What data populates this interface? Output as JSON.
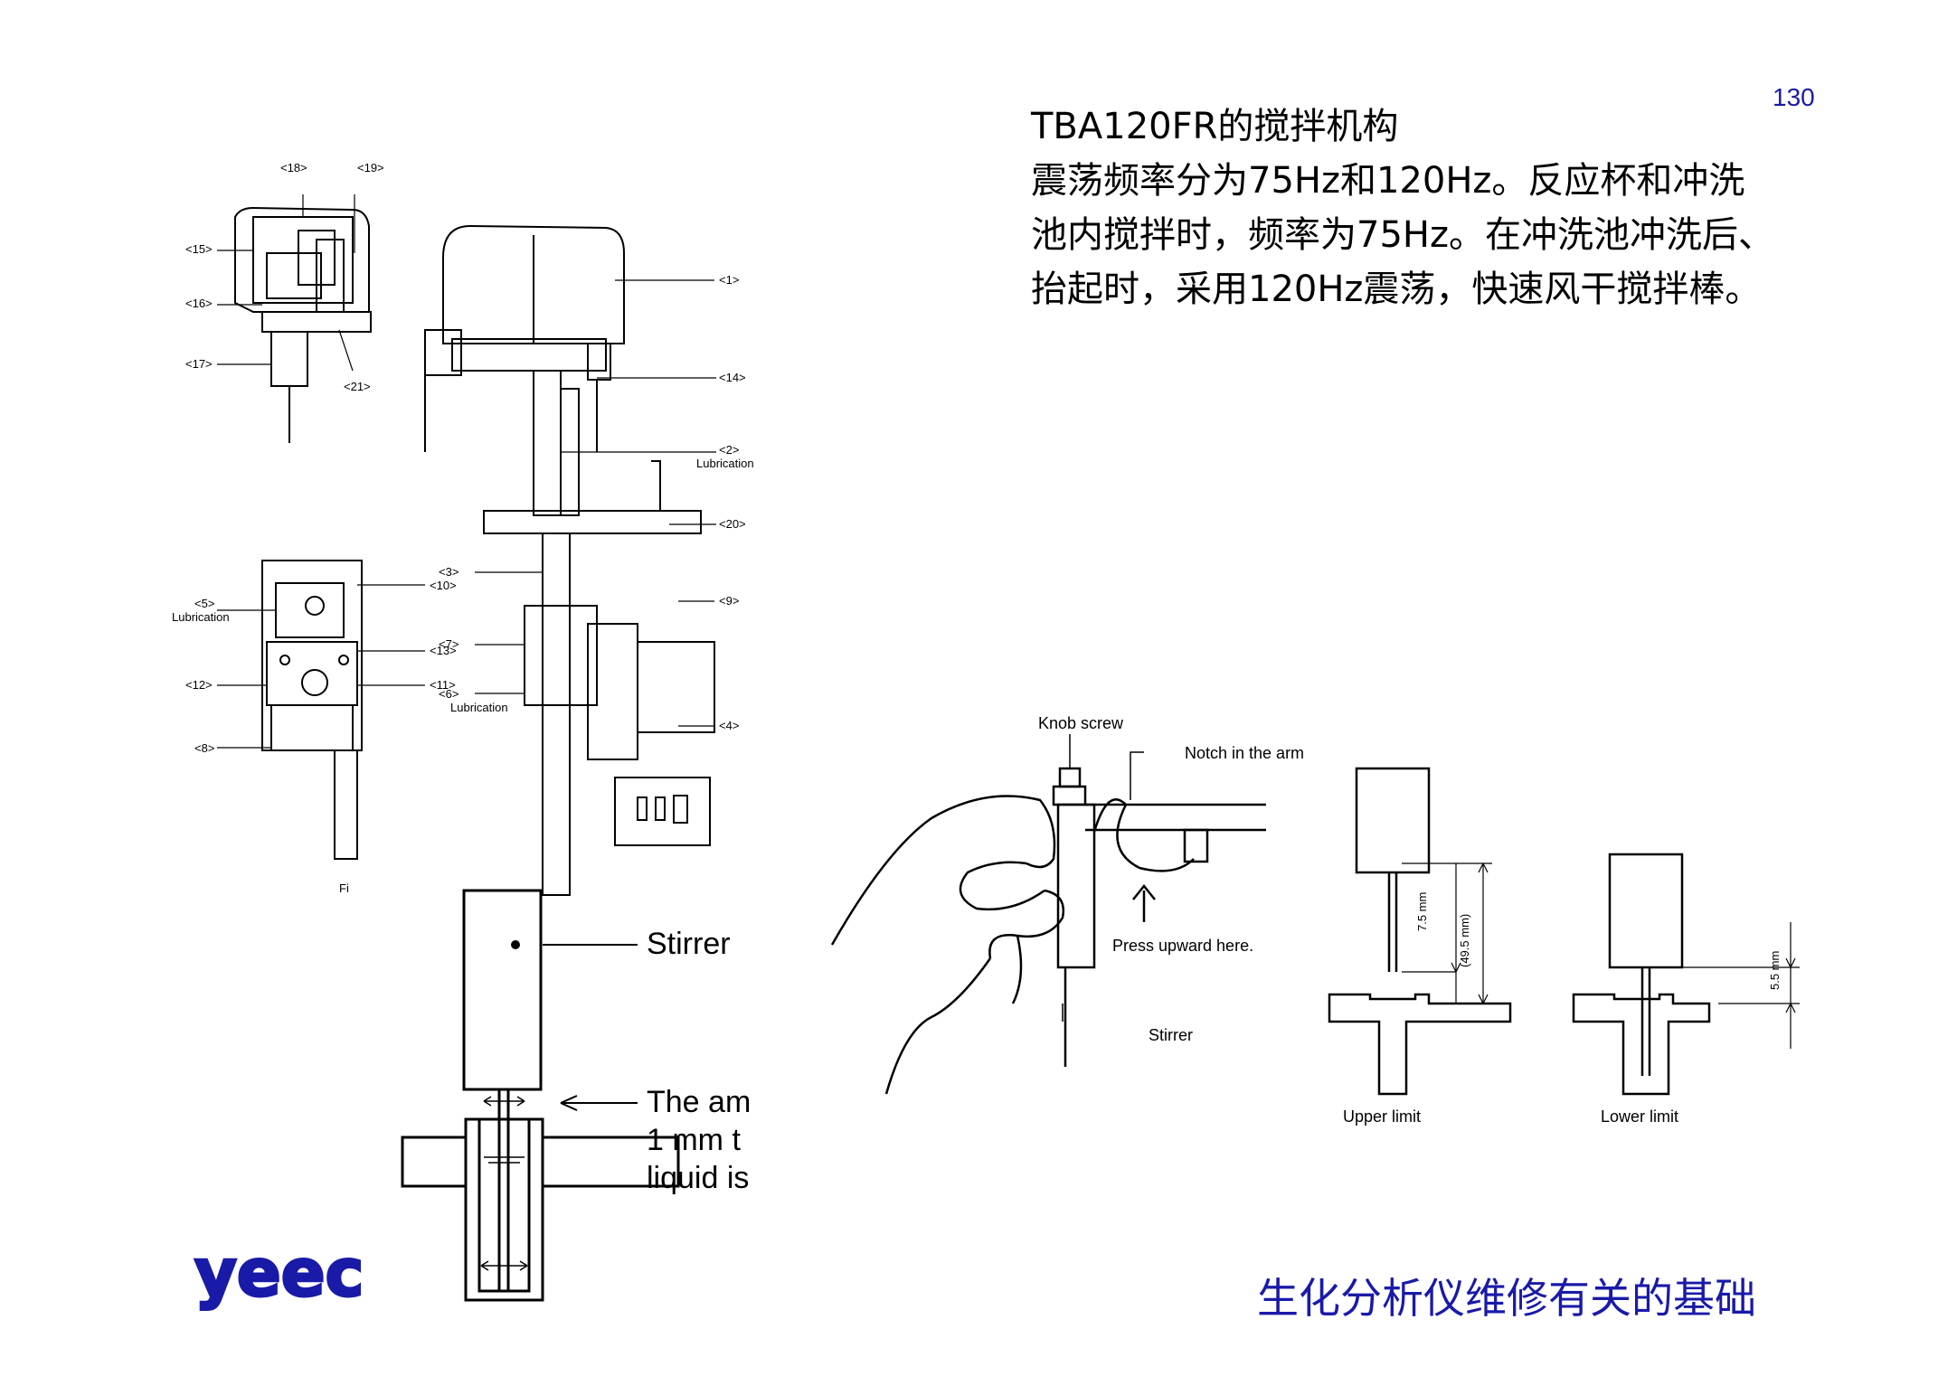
{
  "page_number": "130",
  "heading": "TBA120FR的搅拌机构",
  "body_lines": [
    "震荡频率分为75Hz和120Hz。反应杯和冲洗",
    "池内搅拌时，频率为75Hz。在冲洗池冲洗后、",
    "抬起时，采用120Hz震荡，快速风干搅拌棒。"
  ],
  "footer_text": "生化分析仪维修有关的基础",
  "logo_text": "yeec",
  "colors": {
    "accent_blue": "#1a1aa8"
  },
  "mechanism_diagram": {
    "labels": {
      "l18": "<18>",
      "l19": "<19>",
      "l15": "<15>",
      "l16": "<16>",
      "l17": "<17>",
      "l21": "<21>",
      "l1": "<1>",
      "l14": "<14>",
      "l2": "<2>",
      "lub1": "Lubrication",
      "l20": "<20>",
      "l10": "<10>",
      "l5": "<5>",
      "lub2": "Lubrication",
      "l13": "<13>",
      "l12": "<12>",
      "l11": "<11>",
      "l3": "<3>",
      "l9": "<9>",
      "l7": "<7>",
      "l6": "<6>",
      "lub3": "Lubrication",
      "l4": "<4>",
      "l8": "<8>",
      "fig": "Fi"
    }
  },
  "stirrer_diagram": {
    "stirrer_label": "Stirrer",
    "note_lines": [
      "The am",
      "1 mm t",
      "liquid is"
    ]
  },
  "hand_diagram": {
    "knob_screw": "Knob screw",
    "notch": "Notch in the arm",
    "press": "Press upward here.",
    "stirrer": "Stirrer"
  },
  "limit_diagram": {
    "upper_limit": "Upper limit",
    "lower_limit": "Lower limit",
    "dim_75": "7.5 mm",
    "dim_495": "(49.5 mm)",
    "dim_55": "5.5 mm"
  }
}
